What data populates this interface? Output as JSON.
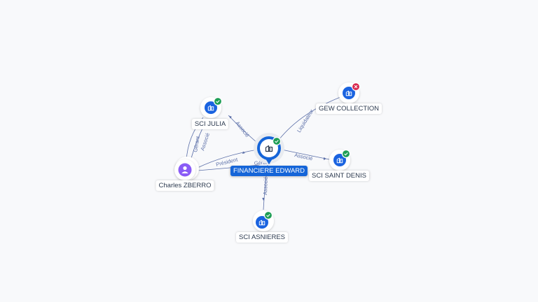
{
  "colors": {
    "company": "#1a63e0",
    "person": "#8a5cf6",
    "status_active": "#1e9e55",
    "status_closed": "#d7264c",
    "edge": "#5b6fa8",
    "main_label_bg": "#1565d8"
  },
  "icons": {
    "company": "company-building-icon",
    "person": "person-icon",
    "active": "check-badge-icon",
    "closed": "cross-badge-icon"
  },
  "nodes": {
    "main": {
      "label": "FINANCIERE EDWARD",
      "type": "company",
      "status": "active"
    },
    "sci_julia": {
      "label": "SCI JULIA",
      "type": "company",
      "status": "active"
    },
    "gew": {
      "label": "GEW COLLECTION",
      "type": "company",
      "status": "closed"
    },
    "sci_st_denis": {
      "label": "SCI SAINT DENIS",
      "type": "company",
      "status": "active"
    },
    "sci_asnieres": {
      "label": "SCI ASNIERES",
      "type": "company",
      "status": "active"
    },
    "charles": {
      "label": "Charles ZBERRO",
      "type": "person",
      "status": null
    }
  },
  "edges": {
    "main_julia": {
      "label": "Associé"
    },
    "main_gew": {
      "label": "Liquidateur"
    },
    "main_stdenis": {
      "label": "Associé"
    },
    "main_asnieres": {
      "label": "Associé"
    },
    "charles_main": {
      "label": "Président"
    },
    "charles_main_2": {
      "label": "Gérant"
    },
    "charles_julia_1": {
      "label": "Gérant"
    },
    "charles_julia_2": {
      "label": "Associé"
    }
  }
}
